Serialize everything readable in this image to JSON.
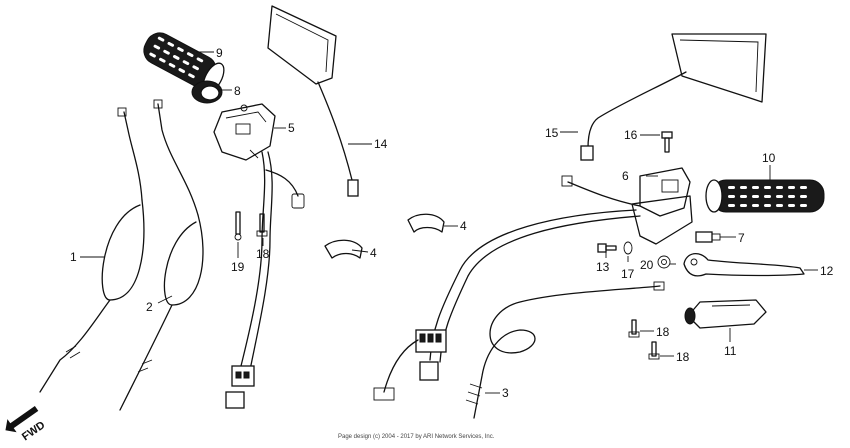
{
  "callouts": {
    "c1": "1",
    "c2": "2",
    "c3": "3",
    "c4a": "4",
    "c4b": "4",
    "c5": "5",
    "c6": "6",
    "c7": "7",
    "c8": "8",
    "c9": "9",
    "c10": "10",
    "c11": "11",
    "c12": "12",
    "c13": "13",
    "c14": "14",
    "c15": "15",
    "c16": "16",
    "c17": "17",
    "c18a": "18",
    "c18b": "18",
    "c18c": "18",
    "c19": "19",
    "c20": "20"
  },
  "direction_marker": "FWD",
  "footer_text": "Page design (c) 2004 - 2017 by ARI Network Services, Inc."
}
